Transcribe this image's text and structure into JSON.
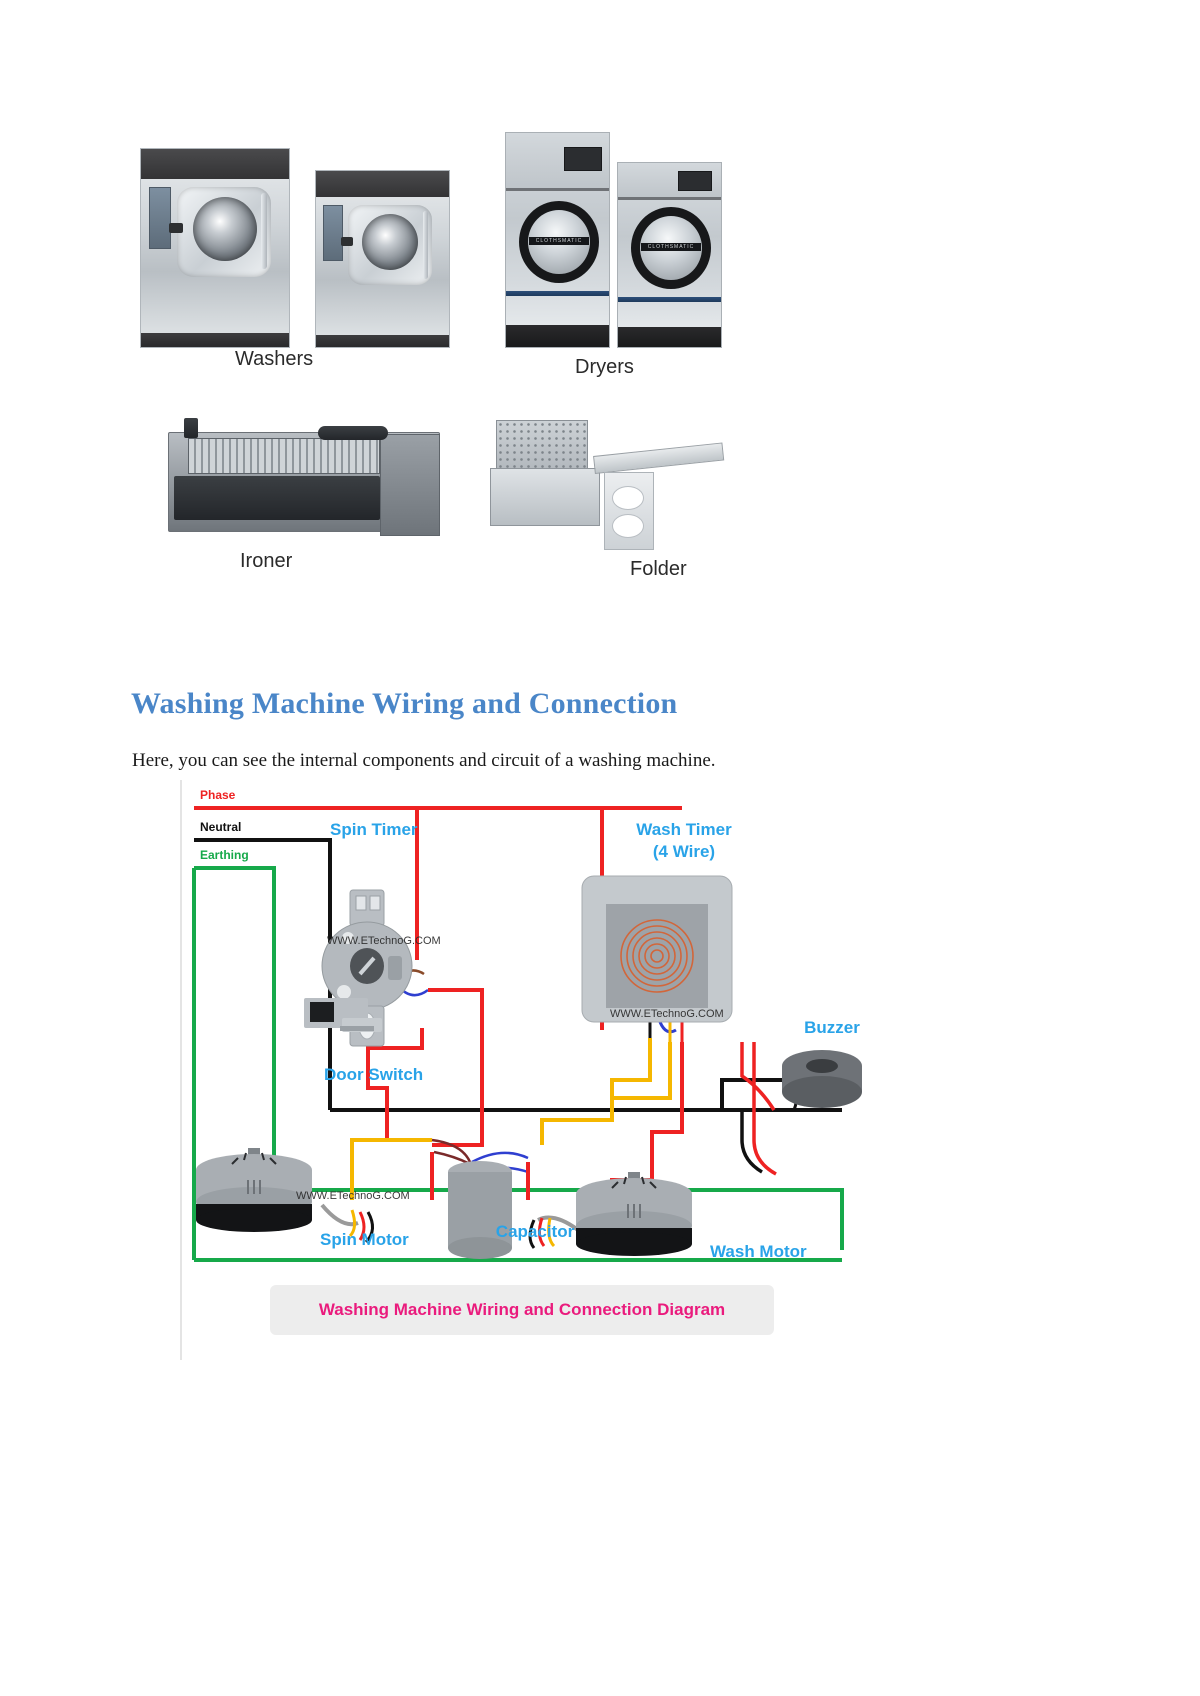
{
  "document": {
    "photo_labels": [
      {
        "name": "washers",
        "text": "Washers"
      },
      {
        "name": "dryers",
        "text": "Dryers"
      },
      {
        "name": "ironer",
        "text": "Ironer"
      },
      {
        "name": "folder",
        "text": "Folder"
      }
    ],
    "heading": "Washing Machine Wiring and Connection",
    "paragraph": "Here, you can see the internal components and circuit of a washing machine."
  },
  "diagram": {
    "supply_lines": [
      {
        "name": "phase",
        "label": "Phase",
        "color": "#ee2222"
      },
      {
        "name": "neutral",
        "label": "Neutral",
        "color": "#111111"
      },
      {
        "name": "earthing",
        "label": "Earthing",
        "color": "#16a94a"
      }
    ],
    "components": [
      {
        "name": "spin-timer",
        "label": "Spin Timer"
      },
      {
        "name": "wash-timer",
        "label": "Wash Timer",
        "label2": "(4 Wire)"
      },
      {
        "name": "door-switch",
        "label": "Door Switch"
      },
      {
        "name": "buzzer",
        "label": "Buzzer"
      },
      {
        "name": "spin-motor",
        "label": "Spin Motor"
      },
      {
        "name": "capacitor",
        "label": "Capacitor"
      },
      {
        "name": "wash-motor",
        "label": "Wash Motor"
      }
    ],
    "watermarks": [
      "WWW.ETechnoG.COM",
      "WWW.ETechnoG.COM",
      "WWW.ETechnoG.COM"
    ],
    "caption": "Washing Machine Wiring and Connection Diagram",
    "colors": {
      "phase_wire": "#ee2222",
      "neutral_wire": "#111111",
      "earth_wire": "#16a94a",
      "yellow_wire": "#f5b700",
      "blue_wire": "#2f3fd0",
      "brown_wire": "#7a2a2a",
      "label_blue": "#29a3e8",
      "caption_pink": "#ea1b7d",
      "heading_blue": "#4a86c8"
    }
  }
}
